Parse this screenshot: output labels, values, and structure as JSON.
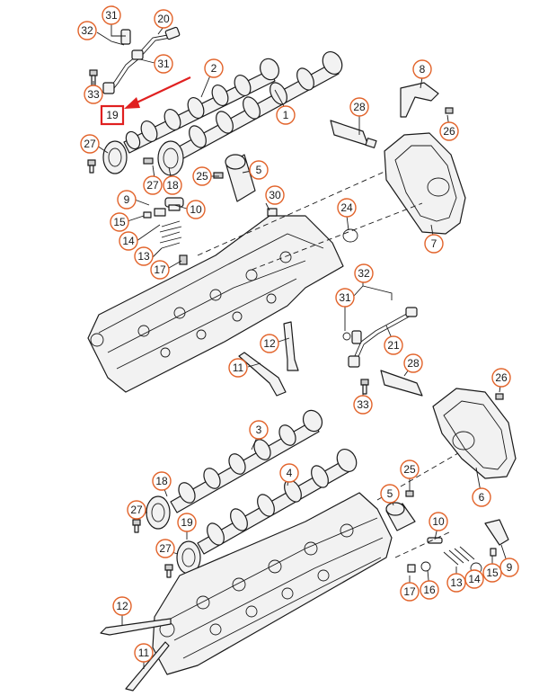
{
  "callouts": [
    {
      "id": "c31a",
      "label": "31"
    },
    {
      "id": "c20",
      "label": "20"
    },
    {
      "id": "c32a",
      "label": "32"
    },
    {
      "id": "c31b",
      "label": "31"
    },
    {
      "id": "c33a",
      "label": "33"
    },
    {
      "id": "c2",
      "label": "2"
    },
    {
      "id": "c8",
      "label": "8"
    },
    {
      "id": "c1",
      "label": "1"
    },
    {
      "id": "c28a",
      "label": "28"
    },
    {
      "id": "c26a",
      "label": "26"
    },
    {
      "id": "c27a",
      "label": "27"
    },
    {
      "id": "c5a",
      "label": "5"
    },
    {
      "id": "c25a",
      "label": "25"
    },
    {
      "id": "c27b",
      "label": "27"
    },
    {
      "id": "c18a",
      "label": "18"
    },
    {
      "id": "c9a",
      "label": "9"
    },
    {
      "id": "c10a",
      "label": "10"
    },
    {
      "id": "c30",
      "label": "30"
    },
    {
      "id": "c24",
      "label": "24"
    },
    {
      "id": "c15a",
      "label": "15"
    },
    {
      "id": "c14a",
      "label": "14"
    },
    {
      "id": "c13a",
      "label": "13"
    },
    {
      "id": "c17a",
      "label": "17"
    },
    {
      "id": "c7",
      "label": "7"
    },
    {
      "id": "c32b",
      "label": "32"
    },
    {
      "id": "c31c",
      "label": "31"
    },
    {
      "id": "c21",
      "label": "21"
    },
    {
      "id": "c12a",
      "label": "12"
    },
    {
      "id": "c11a",
      "label": "11"
    },
    {
      "id": "c28b",
      "label": "28"
    },
    {
      "id": "c26b",
      "label": "26"
    },
    {
      "id": "c33b",
      "label": "33"
    },
    {
      "id": "c3",
      "label": "3"
    },
    {
      "id": "c4",
      "label": "4"
    },
    {
      "id": "c18b",
      "label": "18"
    },
    {
      "id": "c25b",
      "label": "25"
    },
    {
      "id": "c6",
      "label": "6"
    },
    {
      "id": "c27c",
      "label": "27"
    },
    {
      "id": "c5b",
      "label": "5"
    },
    {
      "id": "c19b",
      "label": "19"
    },
    {
      "id": "c10b",
      "label": "10"
    },
    {
      "id": "c27d",
      "label": "27"
    },
    {
      "id": "c15b",
      "label": "15"
    },
    {
      "id": "c9b",
      "label": "9"
    },
    {
      "id": "c13b",
      "label": "13"
    },
    {
      "id": "c14b",
      "label": "14"
    },
    {
      "id": "c17b",
      "label": "17"
    },
    {
      "id": "c16",
      "label": "16"
    },
    {
      "id": "c12b",
      "label": "12"
    },
    {
      "id": "c11b",
      "label": "11"
    }
  ],
  "highlight": {
    "label": "19"
  },
  "colors": {
    "callout_ring": "#e2632a",
    "highlight": "#e02020",
    "ink": "#1a1a1a"
  }
}
